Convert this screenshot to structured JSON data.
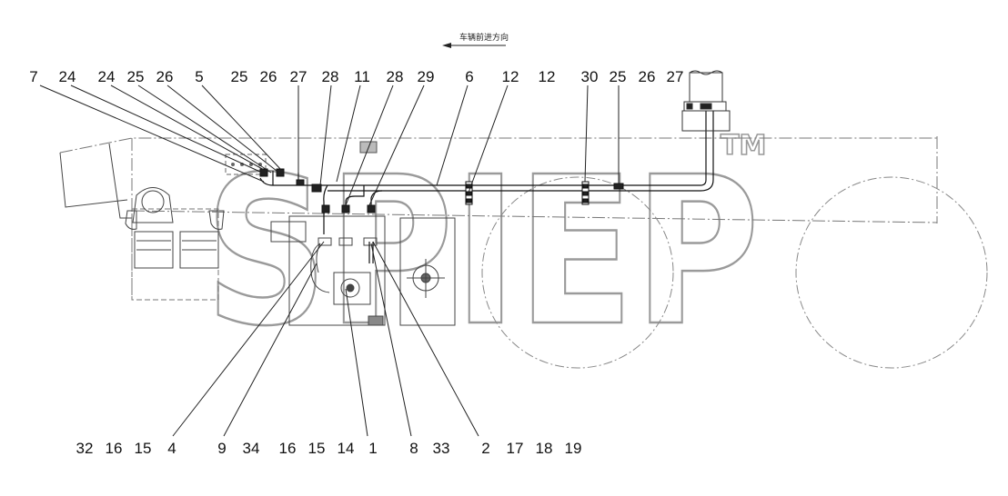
{
  "direction_label": "车辆前进方向",
  "corner_mark": "",
  "watermark": {
    "text": "SPIEP",
    "tm": "TM"
  },
  "top_callouts": [
    "7",
    "24",
    "24",
    "25",
    "26",
    "5",
    "25",
    "26",
    "27",
    "28",
    "11",
    "28",
    "29",
    "6",
    "12",
    "12",
    "30",
    "25",
    "26",
    "27"
  ],
  "bottom_callouts": [
    "32",
    "16",
    "15",
    "4",
    "9",
    "34",
    "16",
    "15",
    "14",
    "1",
    "8",
    "33",
    "2",
    "17",
    "18",
    "19"
  ]
}
